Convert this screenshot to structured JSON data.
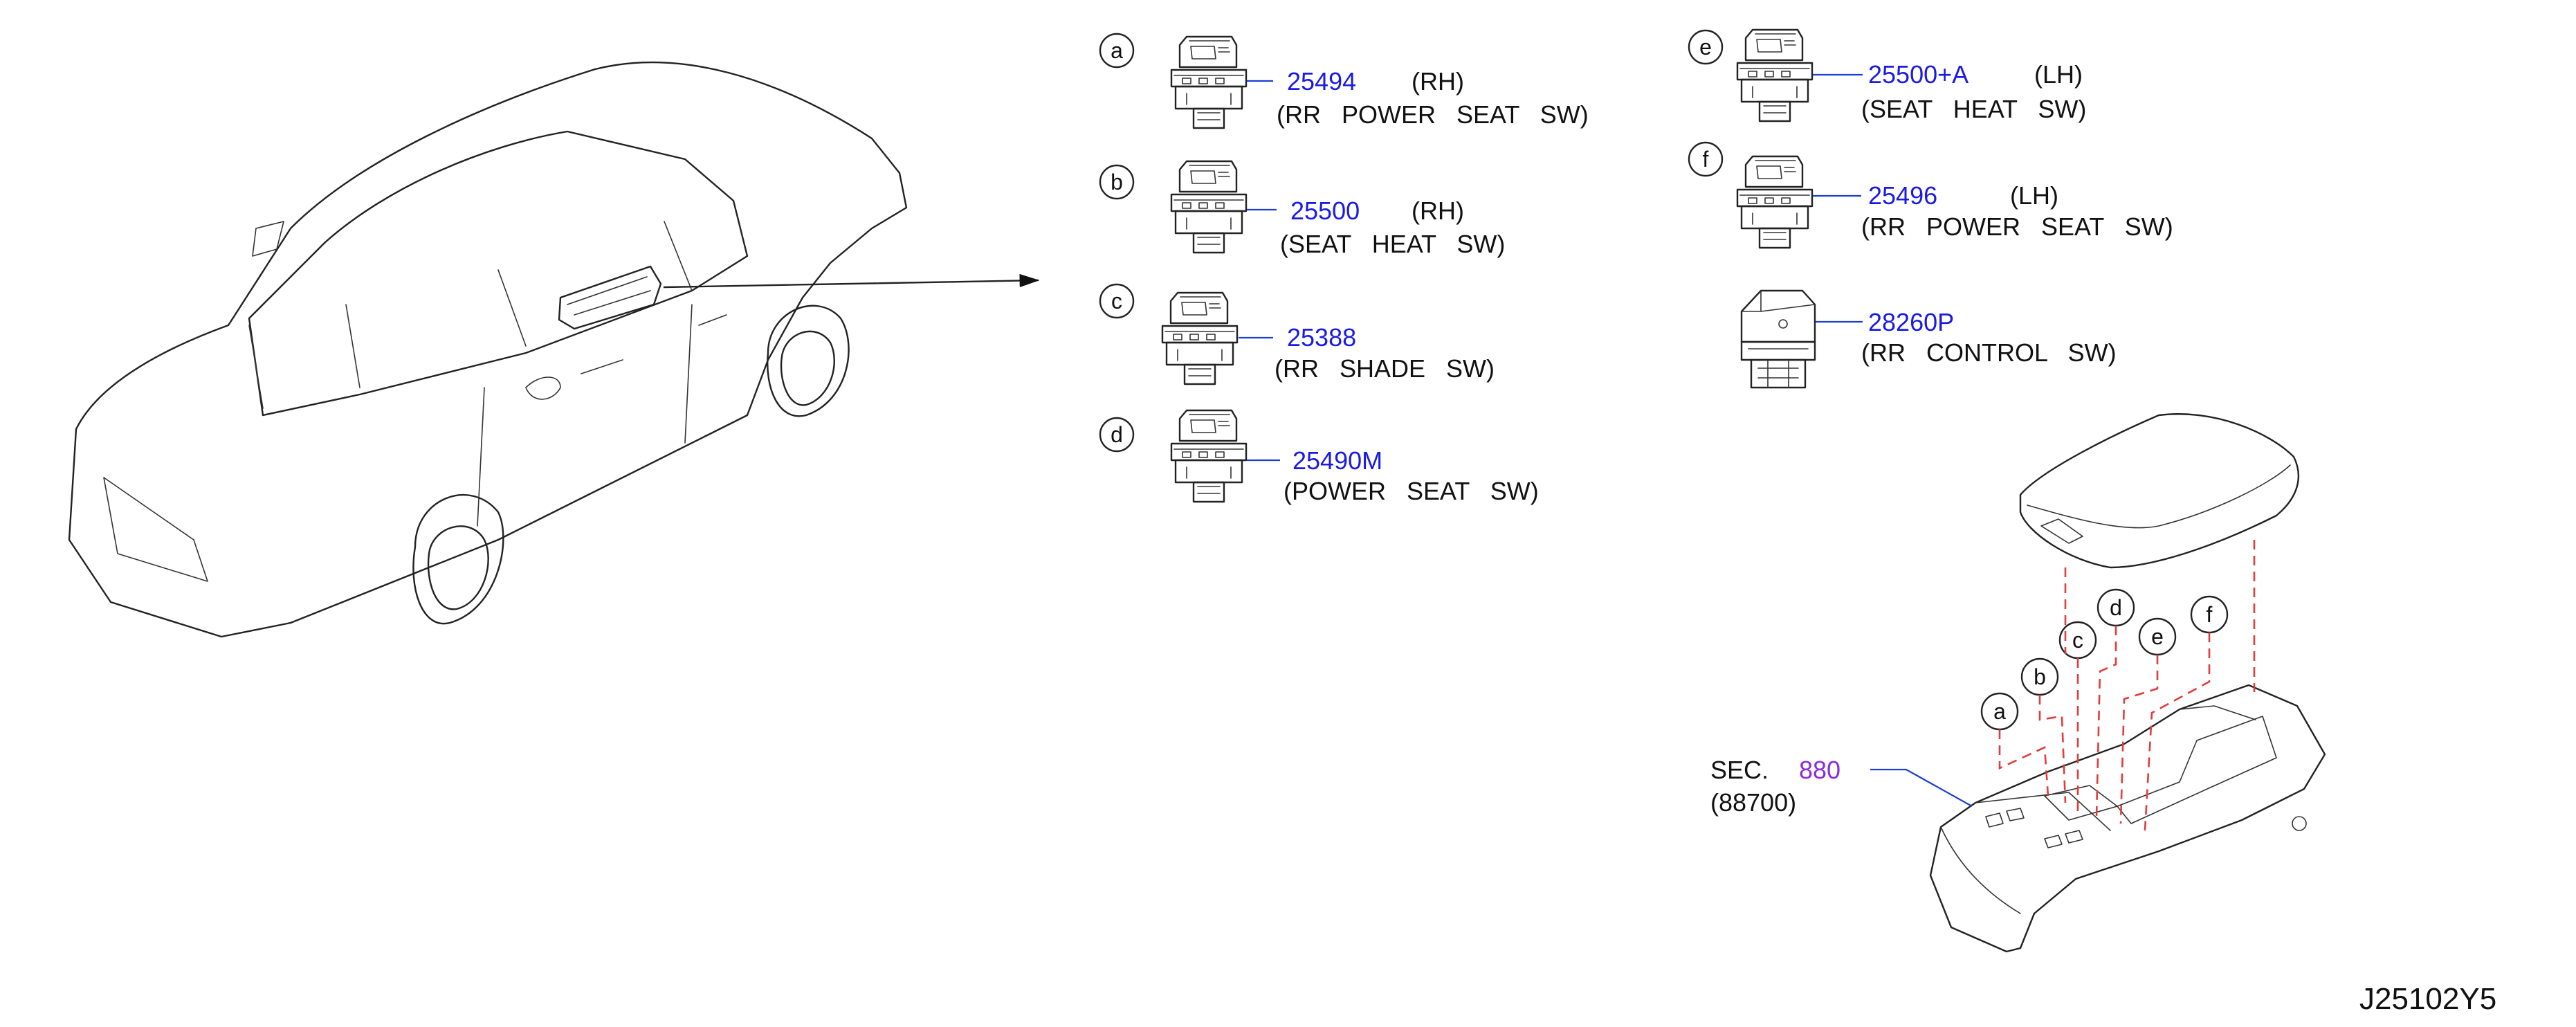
{
  "items": [
    {
      "letter": "a",
      "part_number": "25494",
      "side": "(RH)",
      "description": "(RR   POWER   SEAT   SW)"
    },
    {
      "letter": "b",
      "part_number": "25500",
      "side": "(RH)",
      "description": "(SEAT   HEAT   SW)"
    },
    {
      "letter": "c",
      "part_number": "25388",
      "side": "",
      "description": "(RR   SHADE   SW)"
    },
    {
      "letter": "d",
      "part_number": "25490M",
      "side": "",
      "description": "(POWER   SEAT   SW)"
    },
    {
      "letter": "e",
      "part_number": "25500+A",
      "side": "(LH)",
      "description": "(SEAT   HEAT   SW)"
    },
    {
      "letter": "f",
      "part_number": "25496",
      "side": "(LH)",
      "description": "(RR   POWER   SEAT   SW)"
    }
  ],
  "control": {
    "part_number": "28260P",
    "description": "(RR   CONTROL   SW)"
  },
  "section_ref": {
    "prefix": "SEC.",
    "number": "880",
    "sub": "(88700)"
  },
  "console_callouts": [
    "a",
    "b",
    "c",
    "d",
    "e",
    "f"
  ],
  "figure_code": "J25102Y5",
  "colors": {
    "part_number": "#1a1ae6",
    "section_number": "#8a2be2",
    "dashed_guides": "#e23b3b",
    "line_art": "#222222"
  }
}
